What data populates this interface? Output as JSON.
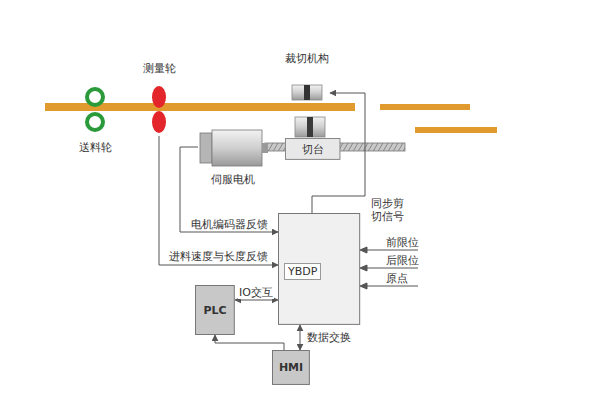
{
  "diagram": {
    "nodes": [
      {
        "text": [
          "送料轮"
        ]
      },
      {
        "text": [
          "测量轮"
        ]
      },
      {
        "text": [
          "裁切机构"
        ]
      },
      {
        "text": [
          "伺服电机"
        ]
      },
      {
        "text": [
          "切台"
        ]
      },
      {
        "text": [
          "YBDP"
        ]
      },
      {
        "text": [
          "PLC"
        ]
      },
      {
        "text": [
          "HMI"
        ]
      }
    ],
    "edges": [
      {
        "from": 1,
        "to": 5,
        "arrow": "to",
        "label": "进料速度与长度反馈"
      },
      {
        "from": 3,
        "to": 5,
        "arrow": "to",
        "label": "电机编码器反馈"
      },
      {
        "from": 5,
        "to": 2,
        "arrow": "to",
        "label": "同步剪切信号"
      },
      {
        "from": 6,
        "to": 5,
        "arrow": "both",
        "label": "IO交互"
      },
      {
        "from": 7,
        "to": 5,
        "arrow": "both",
        "label": "数据交换"
      },
      {
        "from": 7,
        "to": 6,
        "arrow": "to"
      }
    ],
    "labels": [
      "前限位",
      "后限位",
      "原点"
    ]
  }
}
